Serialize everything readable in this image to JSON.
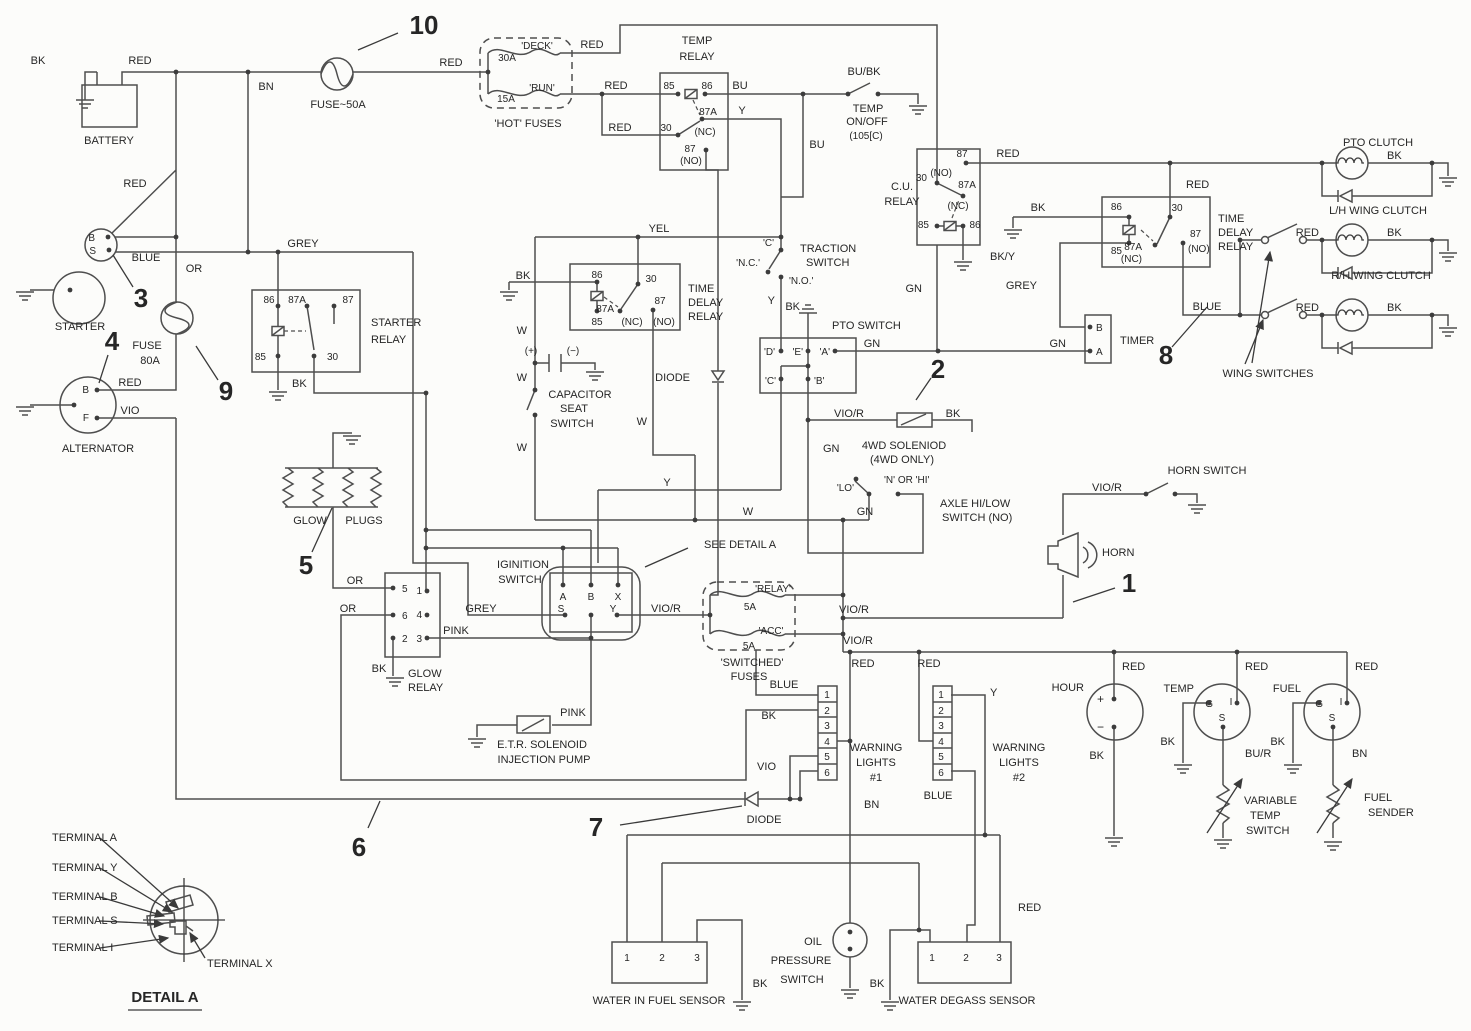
{
  "palette": {
    "ink": "#4e4e4e",
    "text": "#262626",
    "paper": "#fcfcfa"
  },
  "labels": [
    [
      "BK",
      38,
      64
    ],
    [
      "RED",
      140,
      64
    ],
    [
      "BATTERY",
      109,
      144
    ],
    [
      "RED",
      135,
      187
    ],
    [
      "B",
      95,
      241,
      "e",
      10
    ],
    [
      "S",
      96,
      254,
      "e",
      10
    ],
    [
      "BLUE",
      146,
      261
    ],
    [
      "OR",
      194,
      272
    ],
    [
      "GREY",
      303,
      247
    ],
    [
      "STARTER",
      80,
      330
    ],
    [
      "3",
      141,
      307,
      "m",
      26,
      1
    ],
    [
      "FUSE",
      147,
      349
    ],
    [
      "80A",
      150,
      364
    ],
    [
      "4",
      112,
      350,
      "m",
      26,
      1
    ],
    [
      "B",
      89,
      393,
      "e",
      10
    ],
    [
      "F",
      89,
      421,
      "e",
      10
    ],
    [
      "RED",
      130,
      386
    ],
    [
      "VIO",
      130,
      414
    ],
    [
      "ALTERNATOR",
      98,
      452
    ],
    [
      "9",
      226,
      400,
      "m",
      26,
      1
    ],
    [
      "BN",
      266,
      90
    ],
    [
      "10",
      424,
      34,
      "m",
      26,
      1
    ],
    [
      "FUSE~50A",
      338,
      108
    ],
    [
      "RED",
      451,
      66
    ],
    [
      "'DECK'",
      537,
      49,
      "m",
      10
    ],
    [
      "30A",
      507,
      61,
      "m",
      10
    ],
    [
      "'RUN'",
      542,
      91,
      "m",
      10
    ],
    [
      "15A",
      506,
      102,
      "m",
      10
    ],
    [
      "'HOT' FUSES",
      528,
      127
    ],
    [
      "RED",
      592,
      48
    ],
    [
      "RED",
      616,
      89
    ],
    [
      "RED",
      620,
      131
    ],
    [
      "TEMP",
      697,
      44
    ],
    [
      "RELAY",
      697,
      60
    ],
    [
      "85",
      669,
      89,
      "m",
      10
    ],
    [
      "86",
      707,
      89,
      "m",
      10
    ],
    [
      "87A",
      708,
      115,
      "m",
      10
    ],
    [
      "30",
      666,
      131,
      "m",
      10
    ],
    [
      "(NC)",
      705,
      135,
      "m",
      10
    ],
    [
      "87",
      690,
      152,
      "m",
      10
    ],
    [
      "(NO)",
      691,
      164,
      "m",
      10
    ],
    [
      "BU",
      740,
      89
    ],
    [
      "Y",
      742,
      114
    ],
    [
      "BU/BK",
      864,
      75
    ],
    [
      "TEMP",
      868,
      112
    ],
    [
      "ON/OFF",
      867,
      125
    ],
    [
      "(105[C)",
      866,
      139,
      "m",
      10
    ],
    [
      "BU",
      817,
      148
    ],
    [
      "YEL",
      659,
      232
    ],
    [
      "C.U.",
      902,
      190
    ],
    [
      "RELAY",
      902,
      205
    ],
    [
      "30",
      927,
      181,
      "e",
      10
    ],
    [
      "87",
      962,
      157,
      "m",
      10
    ],
    [
      "(NO)",
      952,
      176,
      "e",
      10
    ],
    [
      "87A",
      967,
      188,
      "m",
      10
    ],
    [
      "(NC)",
      958,
      209,
      "m",
      10
    ],
    [
      "85",
      929,
      228,
      "e",
      10
    ],
    [
      "86",
      975,
      228,
      "m",
      10
    ],
    [
      "BK/Y",
      990,
      260,
      "s"
    ],
    [
      "GN",
      922,
      292,
      "e"
    ],
    [
      "RED",
      1008,
      157
    ],
    [
      "RED",
      1186,
      188,
      "s"
    ],
    [
      "86",
      1122,
      210,
      "e",
      10
    ],
    [
      "30",
      1177,
      211,
      "m",
      10
    ],
    [
      "87A",
      1142,
      250,
      "e",
      10
    ],
    [
      "(NC)",
      1142,
      262,
      "e",
      10
    ],
    [
      "85",
      1122,
      254,
      "e",
      10
    ],
    [
      "87",
      1190,
      237,
      "s",
      10
    ],
    [
      "(NO)",
      1188,
      252,
      "s",
      10
    ],
    [
      "TIME",
      1218,
      222,
      "s"
    ],
    [
      "DELAY",
      1218,
      236,
      "s"
    ],
    [
      "RELAY",
      1218,
      250,
      "s"
    ],
    [
      "BK",
      1038,
      211
    ],
    [
      "GREY",
      1037,
      289,
      "e"
    ],
    [
      "GN",
      1066,
      347,
      "e"
    ],
    [
      "B",
      1096,
      331,
      "s",
      10
    ],
    [
      "A",
      1096,
      355,
      "s",
      10
    ],
    [
      "TIMER",
      1120,
      344,
      "s"
    ],
    [
      "BLUE",
      1207,
      310
    ],
    [
      "8",
      1166,
      364,
      "m",
      26,
      1
    ],
    [
      "WING SWITCHES",
      1268,
      377
    ],
    [
      "PTO CLUTCH",
      1378,
      146
    ],
    [
      "BK",
      1387,
      159,
      "s"
    ],
    [
      "RED",
      1319,
      236,
      "e"
    ],
    [
      "BK",
      1387,
      236,
      "s"
    ],
    [
      "L/H WING CLUTCH",
      1378,
      214
    ],
    [
      "RED",
      1319,
      311,
      "e"
    ],
    [
      "BK",
      1387,
      311,
      "s"
    ],
    [
      "R/H WING CLUTCH",
      1381,
      279
    ],
    [
      "TRACTION",
      800,
      252,
      "s"
    ],
    [
      "SWITCH",
      806,
      266,
      "s"
    ],
    [
      "'C'",
      774,
      246,
      "e",
      10
    ],
    [
      "'N.C.'",
      760,
      266,
      "e",
      10
    ],
    [
      "'N.O.'",
      789,
      284,
      "s",
      10
    ],
    [
      "Y",
      775,
      304,
      "e"
    ],
    [
      "BK",
      800,
      310,
      "e"
    ],
    [
      "PTO SWITCH",
      832,
      329,
      "s"
    ],
    [
      "'D'",
      775,
      355,
      "e",
      10
    ],
    [
      "'E'",
      803,
      355,
      "e",
      10
    ],
    [
      "'A'",
      830,
      355,
      "e",
      10
    ],
    [
      "'C'",
      776,
      384,
      "e",
      10
    ],
    [
      "'B'",
      814,
      384,
      "s",
      10
    ],
    [
      "GN",
      872,
      347
    ],
    [
      "2",
      938,
      378,
      "m",
      26,
      1
    ],
    [
      "VIO/R",
      849,
      417
    ],
    [
      "BK",
      953,
      417
    ],
    [
      "4WD SOLENIOD",
      904,
      449
    ],
    [
      "(4WD ONLY)",
      902,
      463
    ],
    [
      "GN",
      823,
      452,
      "s"
    ],
    [
      "'LO'",
      854,
      491,
      "e",
      10
    ],
    [
      "'N' OR 'HI'",
      884,
      483,
      "s",
      10
    ],
    [
      "AXLE HI/LOW",
      940,
      507,
      "s"
    ],
    [
      "SWITCH (NO)",
      942,
      521,
      "s"
    ],
    [
      "W",
      748,
      515
    ],
    [
      "GN",
      865,
      515
    ],
    [
      "Y",
      667,
      486
    ],
    [
      "W",
      647,
      425,
      "e"
    ],
    [
      "86",
      597,
      278,
      "m",
      10
    ],
    [
      "30",
      651,
      282,
      "m",
      10
    ],
    [
      "85",
      597,
      325,
      "m",
      10
    ],
    [
      "87A",
      614,
      312,
      "e",
      10
    ],
    [
      "(NC)",
      632,
      325,
      "m",
      10
    ],
    [
      "87",
      660,
      304,
      "m",
      10
    ],
    [
      "(NO)",
      664,
      325,
      "m",
      10
    ],
    [
      "TIME",
      688,
      292,
      "s"
    ],
    [
      "DELAY",
      688,
      306,
      "s"
    ],
    [
      "RELAY",
      688,
      320,
      "s"
    ],
    [
      "BK",
      523,
      279
    ],
    [
      "W",
      527,
      334,
      "e"
    ],
    [
      "(+)",
      531,
      354,
      "m",
      10
    ],
    [
      "(−)",
      573,
      354,
      "m",
      10
    ],
    [
      "CAPACITOR",
      580,
      398
    ],
    [
      "W",
      527,
      381,
      "e"
    ],
    [
      "SEAT",
      574,
      412
    ],
    [
      "SWITCH",
      572,
      427
    ],
    [
      "W",
      527,
      451,
      "e"
    ],
    [
      "DIODE",
      690,
      381,
      "e"
    ],
    [
      "SEE DETAIL A",
      704,
      548,
      "s"
    ],
    [
      "IGINITION",
      523,
      568
    ],
    [
      "SWITCH",
      520,
      583
    ],
    [
      "A",
      563,
      600,
      "m",
      10
    ],
    [
      "B",
      591,
      600,
      "m",
      10
    ],
    [
      "X",
      618,
      600,
      "m",
      10
    ],
    [
      "S",
      561,
      612,
      "m",
      10
    ],
    [
      "Y",
      613,
      612,
      "m",
      10
    ],
    [
      "GREY",
      481,
      612
    ],
    [
      "VIO/R",
      666,
      612
    ],
    [
      "'RELAY'",
      773,
      592,
      "m",
      10
    ],
    [
      "5A",
      750,
      610,
      "m",
      10
    ],
    [
      "'ACC'",
      771,
      634,
      "m",
      10
    ],
    [
      "5A",
      749,
      649,
      "m",
      10
    ],
    [
      "'SWITCHED'",
      752,
      666
    ],
    [
      "FUSES",
      749,
      680
    ],
    [
      "BLUE",
      784,
      688
    ],
    [
      "STARTER",
      371,
      326,
      "s"
    ],
    [
      "RELAY",
      371,
      343,
      "s"
    ],
    [
      "86",
      269,
      303,
      "m",
      10
    ],
    [
      "87A",
      297,
      303,
      "m",
      10
    ],
    [
      "87",
      348,
      303,
      "m",
      10
    ],
    [
      "85",
      266,
      360,
      "e",
      10
    ],
    [
      "30",
      327,
      360,
      "s",
      10
    ],
    [
      "BK",
      292,
      387,
      "s"
    ],
    [
      "GLOW",
      310,
      524
    ],
    [
      "PLUGS",
      364,
      524
    ],
    [
      "5",
      306,
      574,
      "m",
      26,
      1
    ],
    [
      "OR",
      355,
      584
    ],
    [
      "OR",
      348,
      612
    ],
    [
      "5",
      402,
      592,
      "s",
      10
    ],
    [
      "1",
      422,
      594,
      "e",
      10
    ],
    [
      "6",
      402,
      619,
      "s",
      10
    ],
    [
      "4",
      422,
      618,
      "e",
      10
    ],
    [
      "2",
      402,
      642,
      "s",
      10
    ],
    [
      "3",
      422,
      642,
      "e",
      10
    ],
    [
      "BK",
      379,
      672
    ],
    [
      "GLOW",
      408,
      677,
      "s"
    ],
    [
      "RELAY",
      408,
      691,
      "s"
    ],
    [
      "PINK",
      456,
      634
    ],
    [
      "PINK",
      573,
      716
    ],
    [
      "E.T.R. SOLENOID",
      542,
      748
    ],
    [
      "INJECTION PUMP",
      544,
      763
    ],
    [
      "6",
      359,
      856,
      "m",
      26,
      1
    ],
    [
      "7",
      596,
      836,
      "m",
      26,
      1
    ],
    [
      "DIODE",
      764,
      823
    ],
    [
      "VIO",
      776,
      770,
      "e"
    ],
    [
      "BK",
      776,
      719,
      "e"
    ],
    [
      "WARNING",
      876,
      751
    ],
    [
      "LIGHTS",
      876,
      766
    ],
    [
      "#1",
      876,
      781
    ],
    [
      "RED",
      863,
      667
    ],
    [
      "RED",
      929,
      667
    ],
    [
      "VIO/R",
      854,
      613
    ],
    [
      "VIO/R",
      858,
      644
    ],
    [
      "BN",
      864,
      808,
      "s"
    ],
    [
      "WARNING",
      1019,
      751
    ],
    [
      "LIGHTS",
      1019,
      766
    ],
    [
      "#2",
      1019,
      781
    ],
    [
      "Y",
      990,
      696,
      "s"
    ],
    [
      "BLUE",
      938,
      799
    ],
    [
      "HORN SWITCH",
      1207,
      474
    ],
    [
      "VIO/R",
      1107,
      491
    ],
    [
      "HORN",
      1102,
      556,
      "s"
    ],
    [
      "1",
      1129,
      592,
      "m",
      26,
      1
    ],
    [
      "HOUR",
      1084,
      691,
      "e"
    ],
    [
      "RED",
      1122,
      670,
      "s"
    ],
    [
      "+",
      1104,
      703,
      "e",
      12
    ],
    [
      "−",
      1104,
      731,
      "e",
      12
    ],
    [
      "BK",
      1104,
      759,
      "e"
    ],
    [
      "TEMP",
      1194,
      692,
      "e"
    ],
    [
      "RED",
      1245,
      670,
      "s"
    ],
    [
      "G",
      1213,
      707,
      "e",
      10
    ],
    [
      "I",
      1231,
      705,
      "m",
      10
    ],
    [
      "S",
      1222,
      721,
      "m",
      10
    ],
    [
      "BK",
      1175,
      745,
      "e"
    ],
    [
      "BU/R",
      1245,
      757,
      "s"
    ],
    [
      "VARIABLE",
      1244,
      804,
      "s"
    ],
    [
      "TEMP",
      1250,
      819,
      "s"
    ],
    [
      "SWITCH",
      1246,
      834,
      "s"
    ],
    [
      "FUEL",
      1301,
      692,
      "e"
    ],
    [
      "RED",
      1355,
      670,
      "s"
    ],
    [
      "G",
      1323,
      707,
      "e",
      10
    ],
    [
      "I",
      1341,
      705,
      "m",
      10
    ],
    [
      "S",
      1332,
      721,
      "m",
      10
    ],
    [
      "BK",
      1285,
      745,
      "e"
    ],
    [
      "BN",
      1352,
      757,
      "s"
    ],
    [
      "FUEL",
      1364,
      801,
      "s"
    ],
    [
      "SENDER",
      1368,
      816,
      "s"
    ],
    [
      "OIL",
      813,
      945
    ],
    [
      "PRESSURE",
      801,
      964
    ],
    [
      "SWITCH",
      802,
      983
    ],
    [
      "BK",
      760,
      987
    ],
    [
      "BK",
      877,
      987
    ],
    [
      "WATER IN FUEL SENSOR",
      659,
      1004
    ],
    [
      "WATER DEGASS SENSOR",
      967,
      1004
    ],
    [
      "1",
      627,
      961,
      "m",
      10
    ],
    [
      "2",
      662,
      961,
      "m",
      10
    ],
    [
      "3",
      697,
      961,
      "m",
      10
    ],
    [
      "1",
      932,
      961,
      "m",
      10
    ],
    [
      "2",
      966,
      961,
      "m",
      10
    ],
    [
      "3",
      999,
      961,
      "m",
      10
    ],
    [
      "RED",
      1018,
      911,
      "s"
    ],
    [
      "1",
      827,
      698,
      "m",
      10
    ],
    [
      "2",
      827,
      714,
      "m",
      10
    ],
    [
      "3",
      827,
      729,
      "m",
      10
    ],
    [
      "4",
      827,
      745,
      "m",
      10
    ],
    [
      "5",
      827,
      760,
      "m",
      10
    ],
    [
      "6",
      827,
      776,
      "m",
      10
    ],
    [
      "1",
      941,
      698,
      "m",
      10
    ],
    [
      "2",
      941,
      714,
      "m",
      10
    ],
    [
      "3",
      941,
      729,
      "m",
      10
    ],
    [
      "4",
      941,
      745,
      "m",
      10
    ],
    [
      "5",
      941,
      760,
      "m",
      10
    ],
    [
      "6",
      941,
      776,
      "m",
      10
    ],
    [
      "TERMINAL A",
      52,
      841,
      "s"
    ],
    [
      "TERMINAL Y",
      52,
      871,
      "s"
    ],
    [
      "TERMINAL B",
      52,
      900,
      "s"
    ],
    [
      "TERMINAL S",
      52,
      924,
      "s"
    ],
    [
      "TERMINAL I",
      52,
      951,
      "s"
    ],
    [
      "TERMINAL X",
      207,
      967,
      "s"
    ],
    [
      "DETAIL A",
      165,
      1002,
      "m",
      15,
      1
    ]
  ]
}
